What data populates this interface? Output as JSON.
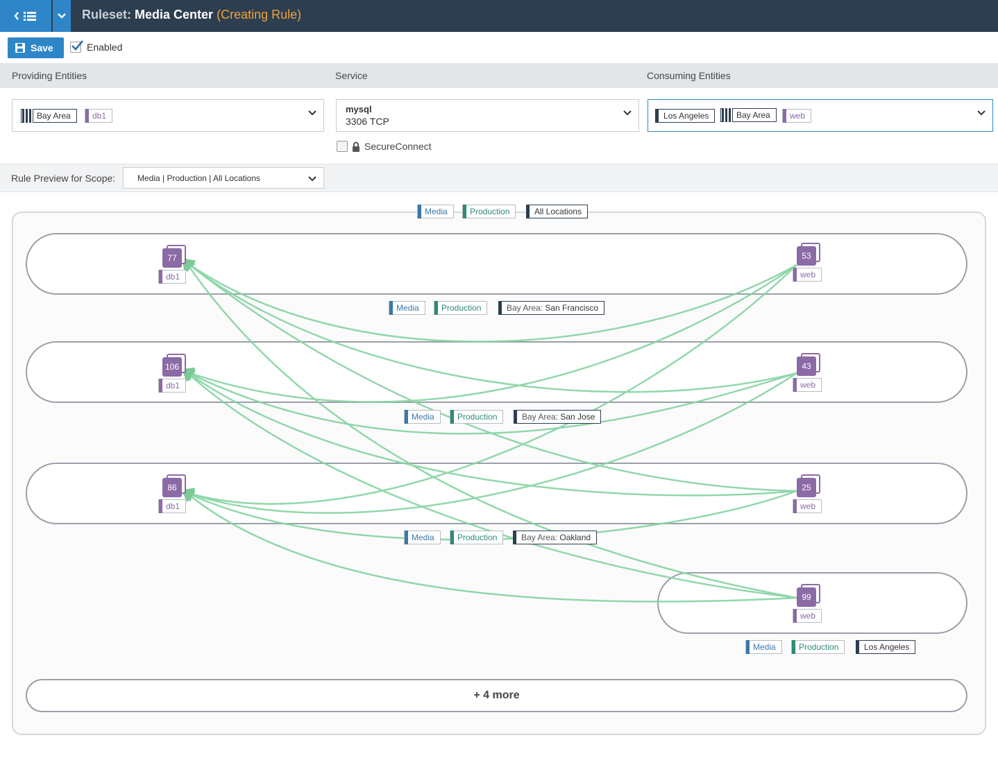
{
  "header": {
    "title_prefix": "Ruleset:",
    "title_name": "Media Center",
    "title_status": "(Creating Rule)"
  },
  "toolbar": {
    "save_label": "Save",
    "enabled_label": "Enabled",
    "enabled_checked": true
  },
  "columns": {
    "providing": "Providing Entities",
    "service": "Service",
    "consuming": "Consuming Entities"
  },
  "providing": {
    "tags": [
      {
        "label": "Bay Area",
        "kind": "location-group"
      },
      {
        "label": "db1",
        "kind": "role"
      }
    ]
  },
  "service": {
    "name": "mysql",
    "port": "3306 TCP",
    "secure_connect_label": "SecureConnect",
    "secure_connect_checked": false
  },
  "consuming": {
    "tags": [
      {
        "label": "Los Angeles",
        "kind": "location"
      },
      {
        "label": "Bay Area",
        "kind": "location-group"
      },
      {
        "label": "web",
        "kind": "role"
      }
    ]
  },
  "preview": {
    "label": "Rule Preview for Scope:",
    "scope_value": "Media | Production | All Locations"
  },
  "scope_tags": [
    "Media",
    "Production",
    "All Locations"
  ],
  "groups": [
    {
      "tags": [
        "Media",
        "Production"
      ],
      "location_key": "Bay Area:",
      "location_val": "San Francisco",
      "provider": {
        "count": "77",
        "role": "db1"
      },
      "consumer": {
        "count": "53",
        "role": "web"
      }
    },
    {
      "tags": [
        "Media",
        "Production"
      ],
      "location_key": "Bay Area:",
      "location_val": "San Jose",
      "provider": {
        "count": "106",
        "role": "db1"
      },
      "consumer": {
        "count": "43",
        "role": "web"
      }
    },
    {
      "tags": [
        "Media",
        "Production"
      ],
      "location_key": "Bay Area:",
      "location_val": "Oakland",
      "provider": {
        "count": "86",
        "role": "db1"
      },
      "consumer": {
        "count": "25",
        "role": "web"
      }
    },
    {
      "tags": [
        "Media",
        "Production"
      ],
      "location_val": "Los Angeles",
      "consumer": {
        "count": "99",
        "role": "web"
      }
    }
  ],
  "more_label": "+ 4 more",
  "colors": {
    "topbar": "#2d3e50",
    "accent": "#2e86c8",
    "status": "#f0a23a",
    "role": "#8b6aa6",
    "app": "#3c78a8",
    "env": "#2f8a78",
    "edge": "#7fcf9c"
  },
  "icons": [
    "back-chevron-icon",
    "list-icon",
    "chevron-down-icon",
    "floppy-disk-icon",
    "lock-icon"
  ]
}
